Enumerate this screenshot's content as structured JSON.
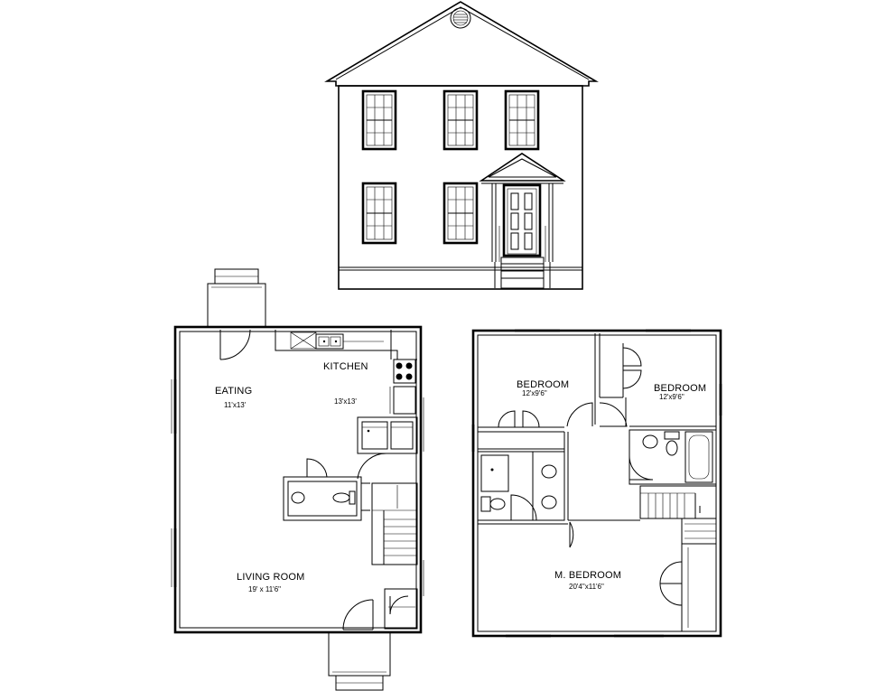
{
  "elevation": {},
  "first_floor": {
    "rooms": [
      {
        "label": "EATING",
        "dim": "11'x13'"
      },
      {
        "label": "KITCHEN",
        "dim": "13'x13'"
      },
      {
        "label": "LIVING ROOM",
        "dim": "19' x 11'6\""
      }
    ]
  },
  "second_floor": {
    "rooms": [
      {
        "label": "BEDROOM",
        "dim": "12'x9'6\""
      },
      {
        "label": "BEDROOM",
        "dim": "12'x9'6\""
      },
      {
        "label": "M. BEDROOM",
        "dim": "20'4\"x11'6\""
      }
    ]
  }
}
